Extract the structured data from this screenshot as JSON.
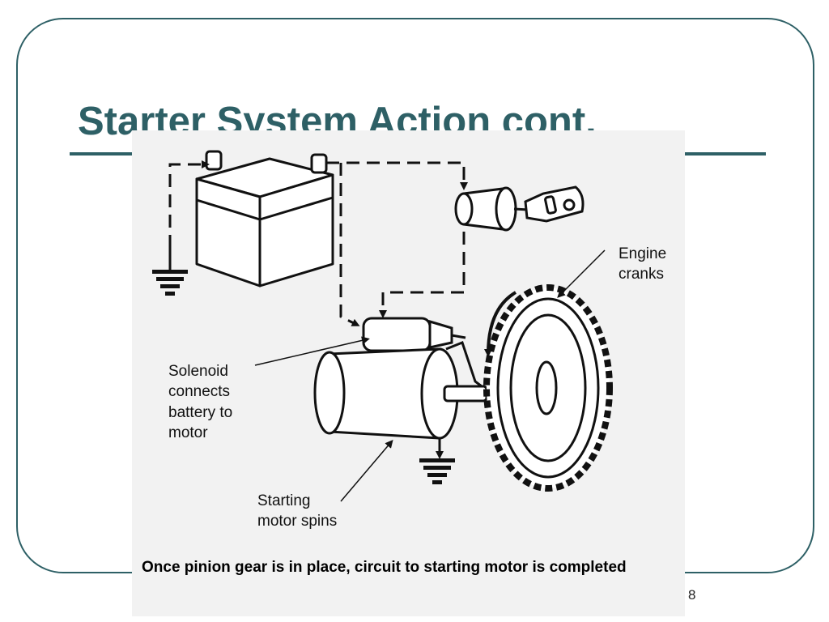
{
  "slide": {
    "title": "Starter System Action cont.",
    "page_number": "8"
  },
  "figure": {
    "labels": {
      "engine": [
        "Engine",
        "cranks"
      ],
      "solenoid": [
        "Solenoid",
        "connects",
        "battery to",
        "motor"
      ],
      "starting_motor": [
        "Starting",
        "motor spins"
      ]
    },
    "caption": "Once pinion gear is in place, circuit to starting motor is completed"
  },
  "colors": {
    "accent": "#2e6066",
    "figure_background": "#f2f2f2",
    "ink": "#111111"
  }
}
